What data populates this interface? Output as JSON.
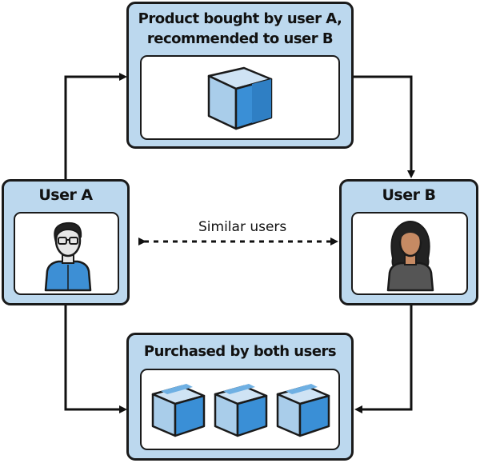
{
  "nodes": {
    "top": {
      "title_line1": "Product bought by user A,",
      "title_line2": "recommended to user B",
      "icon": "box-icon"
    },
    "left": {
      "title": "User A",
      "icon": "user-a-avatar-icon"
    },
    "right": {
      "title": "User B",
      "icon": "user-b-avatar-icon"
    },
    "bottom": {
      "title": "Purchased by both users",
      "icons": [
        "box-icon",
        "box-icon",
        "box-icon"
      ]
    }
  },
  "edges": {
    "similar_label": "Similar users"
  },
  "colors": {
    "panel_fill": "#bcd8ee",
    "outline": "#1a1a1a",
    "box_light": "#cfe3f4",
    "box_mid": "#6fb0e3",
    "box_dark": "#3a8fd6",
    "shirt_blue": "#3d8fd5",
    "skin_b": "#c68a63",
    "hair": "#222222"
  }
}
